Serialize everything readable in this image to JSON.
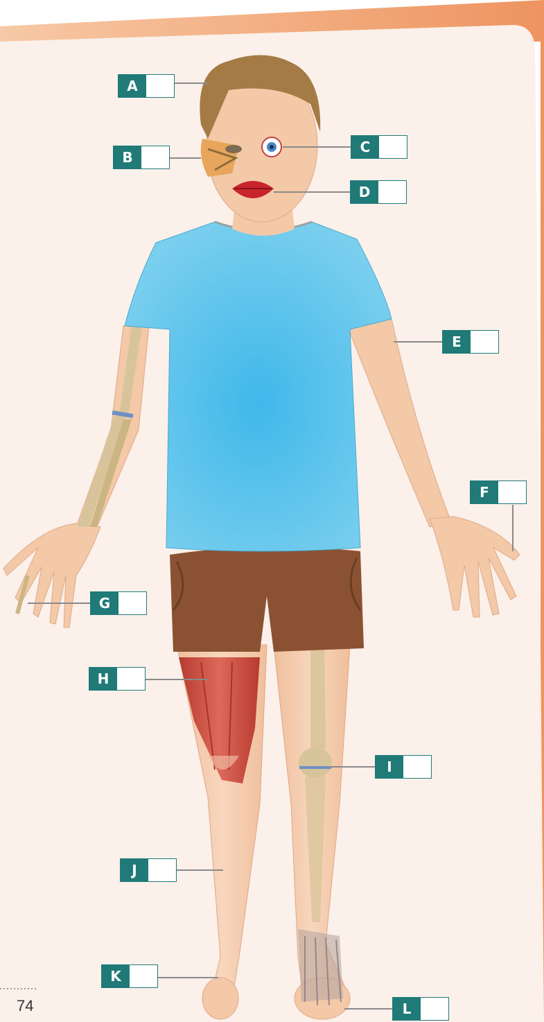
{
  "page": {
    "number": "74"
  },
  "labels": [
    {
      "id": "A",
      "letter": "A"
    },
    {
      "id": "B",
      "letter": "B"
    },
    {
      "id": "C",
      "letter": "C"
    },
    {
      "id": "D",
      "letter": "D"
    },
    {
      "id": "E",
      "letter": "E"
    },
    {
      "id": "F",
      "letter": "F"
    },
    {
      "id": "G",
      "letter": "G"
    },
    {
      "id": "H",
      "letter": "H"
    },
    {
      "id": "I",
      "letter": "I"
    },
    {
      "id": "J",
      "letter": "J"
    },
    {
      "id": "K",
      "letter": "K"
    },
    {
      "id": "L",
      "letter": "L"
    }
  ],
  "colors": {
    "accent": "#1f7a78",
    "frame_orange": "#f2a06e",
    "panel_cream": "#fbf0ea",
    "shirt": "#5cc3ea",
    "shorts": "#8a5233",
    "skin": "#f3c9a8",
    "hair": "#a47b45",
    "muscle": "#c9463a",
    "bone": "#d8c49a"
  }
}
